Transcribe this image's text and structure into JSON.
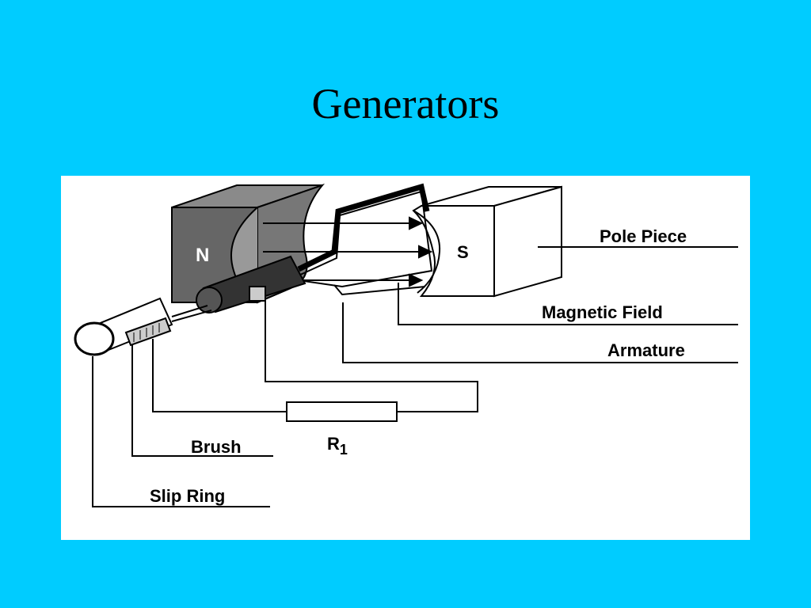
{
  "slide": {
    "title": "Generators"
  },
  "diagram": {
    "magnet_north_label": "N",
    "magnet_south_label": "S",
    "labels": {
      "pole_piece": "Pole Piece",
      "magnetic_field": "Magnetic Field",
      "armature": "Armature",
      "brush": "Brush",
      "slip_ring": "Slip Ring",
      "resistor": "R",
      "resistor_subscript": "1"
    },
    "colors": {
      "background": "#00CCFF",
      "panel": "#FFFFFF",
      "north_pole": "#666666",
      "lines": "#000000"
    }
  }
}
